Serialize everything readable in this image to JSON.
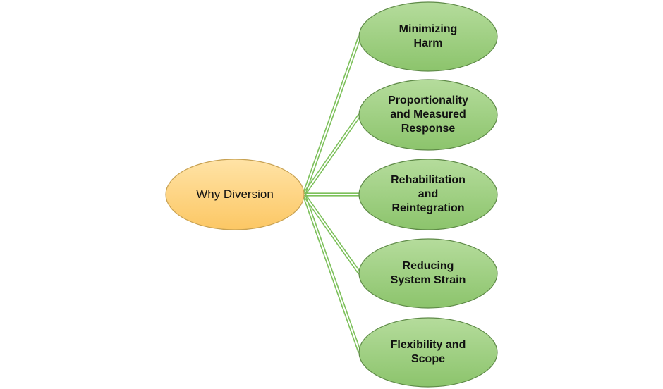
{
  "center": {
    "label": "Why Diversion",
    "fill": "#ffd37f",
    "stroke": "#c7a152"
  },
  "branch_style": {
    "fill": "#9fcf7f",
    "stroke": "#5e8a47",
    "connector": "#7cc05a"
  },
  "branches": [
    {
      "label": "Minimizing\nHarm"
    },
    {
      "label": "Proportionality\nand Measured\nResponse"
    },
    {
      "label": "Rehabilitation\nand\nReintegration"
    },
    {
      "label": "Reducing\nSystem Strain"
    },
    {
      "label": "Flexibility and\nScope"
    }
  ]
}
